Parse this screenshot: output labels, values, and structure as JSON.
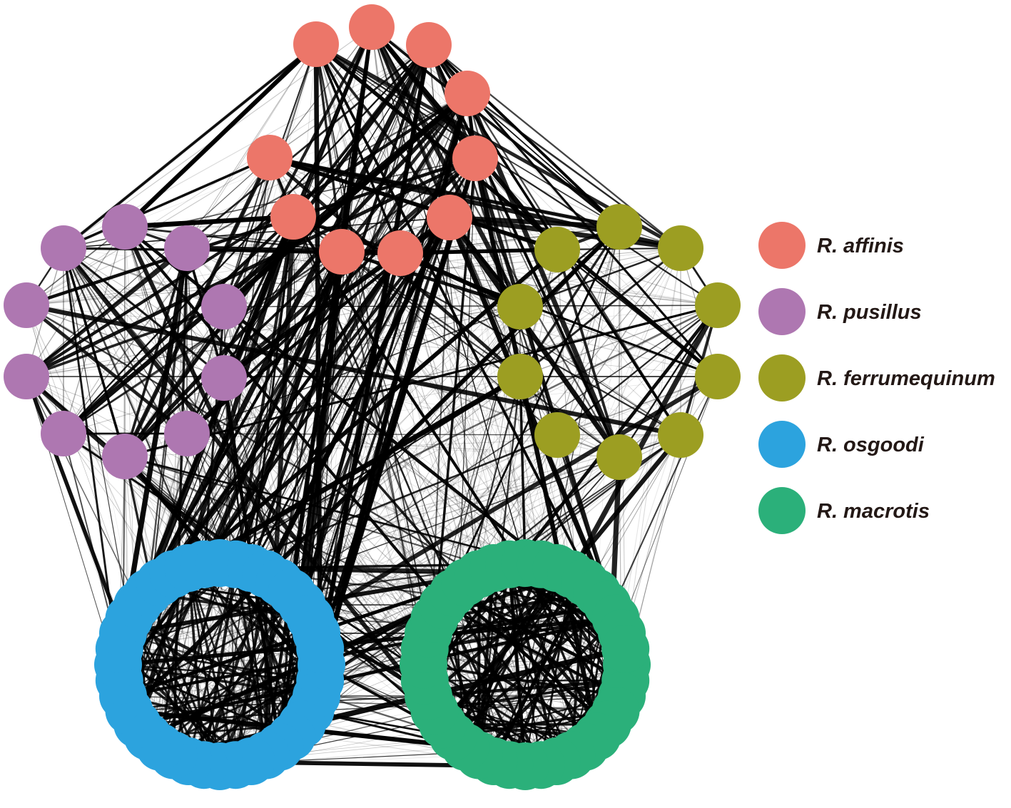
{
  "legend": {
    "items": [
      {
        "key": "affinis",
        "label": "R. affinis",
        "color": "#EC7669"
      },
      {
        "key": "pusillus",
        "label": "R. pusillus",
        "color": "#AE77B1"
      },
      {
        "key": "ferrumequinum",
        "label": "R. ferrumequinum",
        "color": "#9C9E22"
      },
      {
        "key": "osgoodi",
        "label": "R. osgoodi",
        "color": "#2CA3DE"
      },
      {
        "key": "macrotis",
        "label": "R. macrotis",
        "color": "#2BB07A"
      }
    ]
  },
  "network": {
    "groups": [
      {
        "key": "affinis",
        "color": "#EC7669",
        "node_count": 10,
        "layout": "open-ring"
      },
      {
        "key": "pusillus",
        "color": "#AE77B1",
        "node_count": 10,
        "layout": "ring"
      },
      {
        "key": "ferrumequinum",
        "color": "#9C9E22",
        "node_count": 10,
        "layout": "ring"
      },
      {
        "key": "osgoodi",
        "color": "#2CA3DE",
        "node_count": 40,
        "layout": "dense-ring"
      },
      {
        "key": "macrotis",
        "color": "#2BB07A",
        "node_count": 40,
        "layout": "dense-ring"
      }
    ],
    "edge_color": "#000000"
  }
}
